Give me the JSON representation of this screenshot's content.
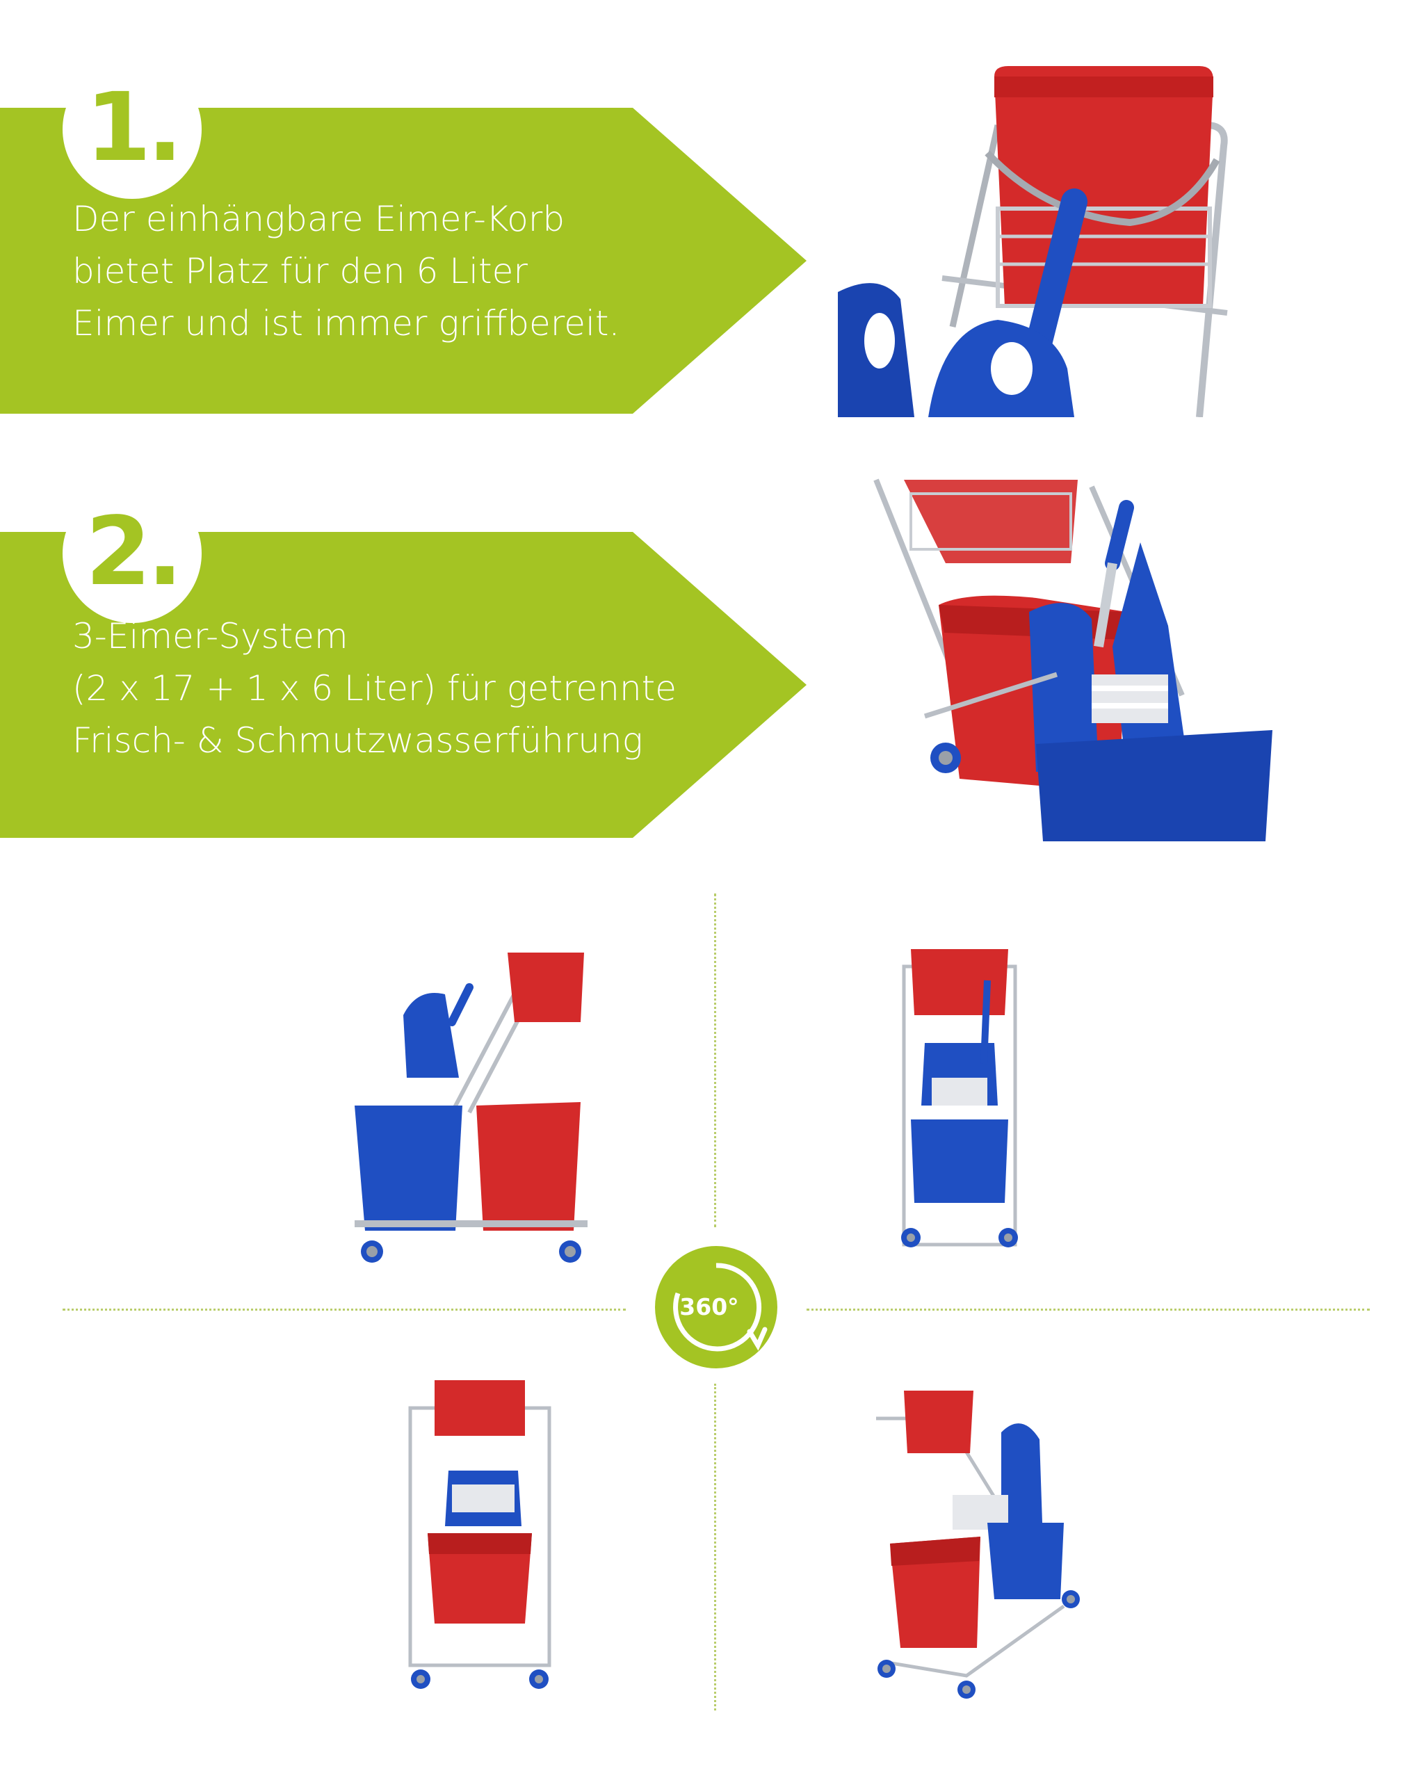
{
  "section1": {
    "number": "1.",
    "lines": [
      "Der einhängbare Eimer-Korb",
      "bietet Platz für den 6 Liter",
      "Eimer und ist immer griffbereit."
    ]
  },
  "section2": {
    "number": "2.",
    "lines": [
      "3-Eimer-System",
      "(2 x 17 + 1 x 6 Liter) für getrennte",
      "Frisch- & Schmutzwasserführung"
    ]
  },
  "rotation_badge": {
    "label": "360°"
  },
  "colors": {
    "accent_green": "#a4c423",
    "bucket_red": "#d42a2a",
    "bucket_blue": "#1f4fc2",
    "chrome": "#b9bec5",
    "dotted_line": "#b9cd6b"
  },
  "images": [
    {
      "name": "hanging-basket-closeup"
    },
    {
      "name": "three-bucket-system-closeup"
    },
    {
      "name": "trolley-view-side"
    },
    {
      "name": "trolley-view-front"
    },
    {
      "name": "trolley-view-back"
    },
    {
      "name": "trolley-view-angled"
    }
  ]
}
